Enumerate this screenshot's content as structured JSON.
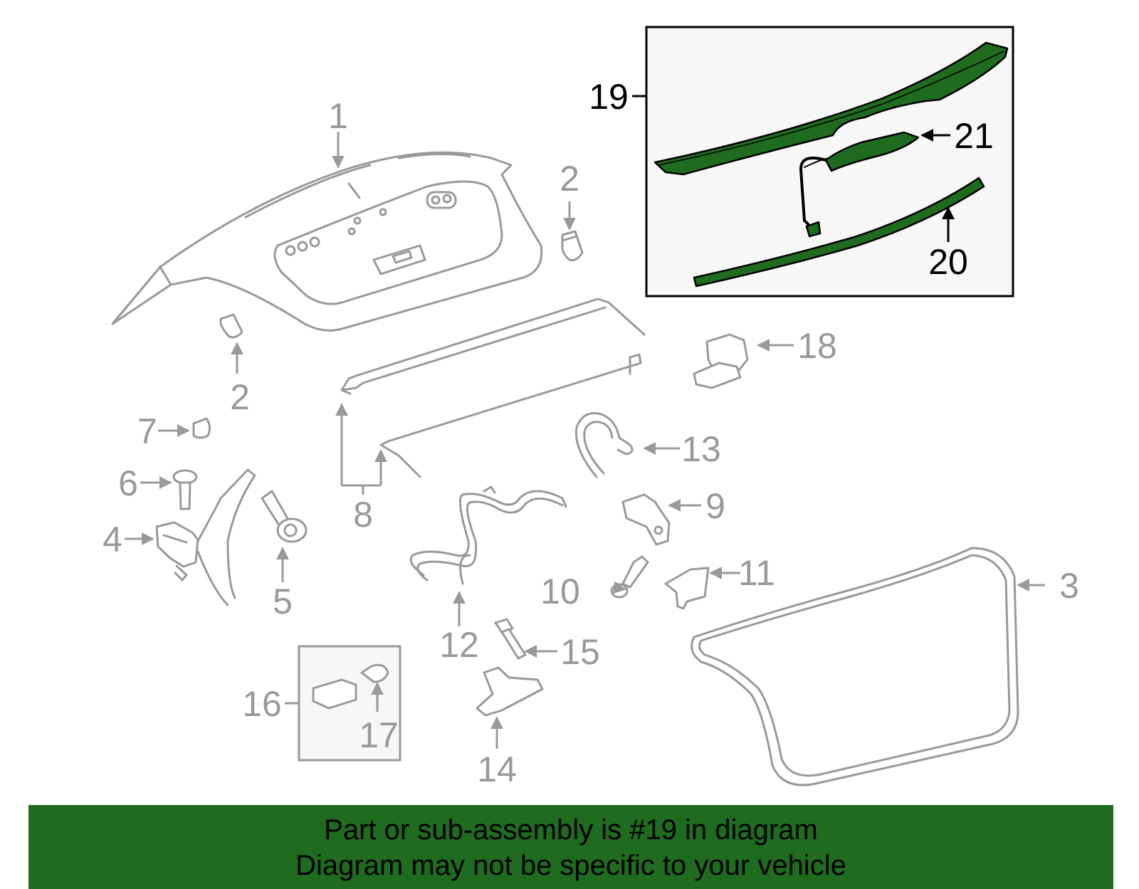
{
  "colors": {
    "highlight": "#1f6b1f",
    "banner_bg": "#1f6b1f",
    "part_stroke": "#999999",
    "inset_bg": "#f7f7f7"
  },
  "callouts": {
    "c1": "1",
    "c2a": "2",
    "c2b": "2",
    "c3": "3",
    "c4": "4",
    "c5": "5",
    "c6": "6",
    "c7": "7",
    "c8": "8",
    "c9": "9",
    "c10": "10",
    "c11": "11",
    "c12": "12",
    "c13": "13",
    "c14": "14",
    "c15": "15",
    "c16": "16",
    "c17": "17",
    "c18": "18",
    "c19": "19",
    "c20": "20",
    "c21": "21"
  },
  "banner": {
    "line1": "Part or sub-assembly is #19 in diagram",
    "line2": "Diagram may not be specific to your vehicle"
  }
}
